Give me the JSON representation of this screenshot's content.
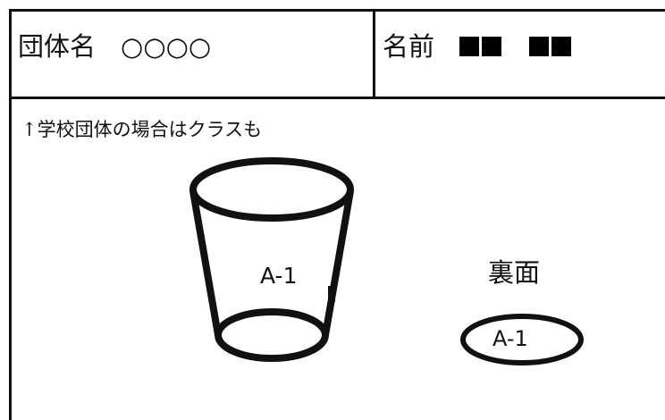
{
  "header": {
    "group_label": "団体名",
    "group_value": "○○○○",
    "name_label": "名前",
    "name_value_blocks": [
      "■■",
      "■■"
    ]
  },
  "note": "↑学校団体の場合はクラスも",
  "cup": {
    "label": "A-1",
    "icon": "cup-icon"
  },
  "back": {
    "title": "裏面",
    "label": "A-1"
  }
}
